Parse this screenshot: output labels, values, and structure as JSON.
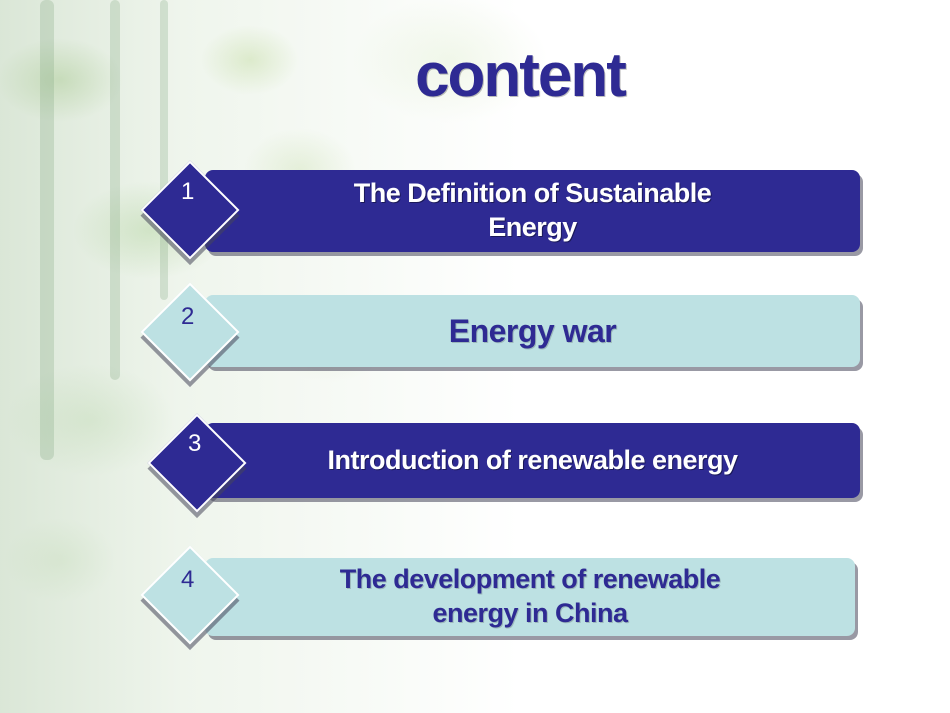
{
  "slide": {
    "title": "content",
    "items": [
      {
        "number": "1",
        "label": "The Definition of Sustainable Energy",
        "style": "dark"
      },
      {
        "number": "2",
        "label": "Energy war",
        "style": "light"
      },
      {
        "number": "3",
        "label": "Introduction of renewable energy",
        "style": "dark"
      },
      {
        "number": "4",
        "label": "The development of renewable energy in China",
        "style": "light"
      }
    ]
  },
  "colors": {
    "dark_bar": "#2e2a93",
    "light_bar": "#bde1e3",
    "title_text": "#2e2a93"
  }
}
